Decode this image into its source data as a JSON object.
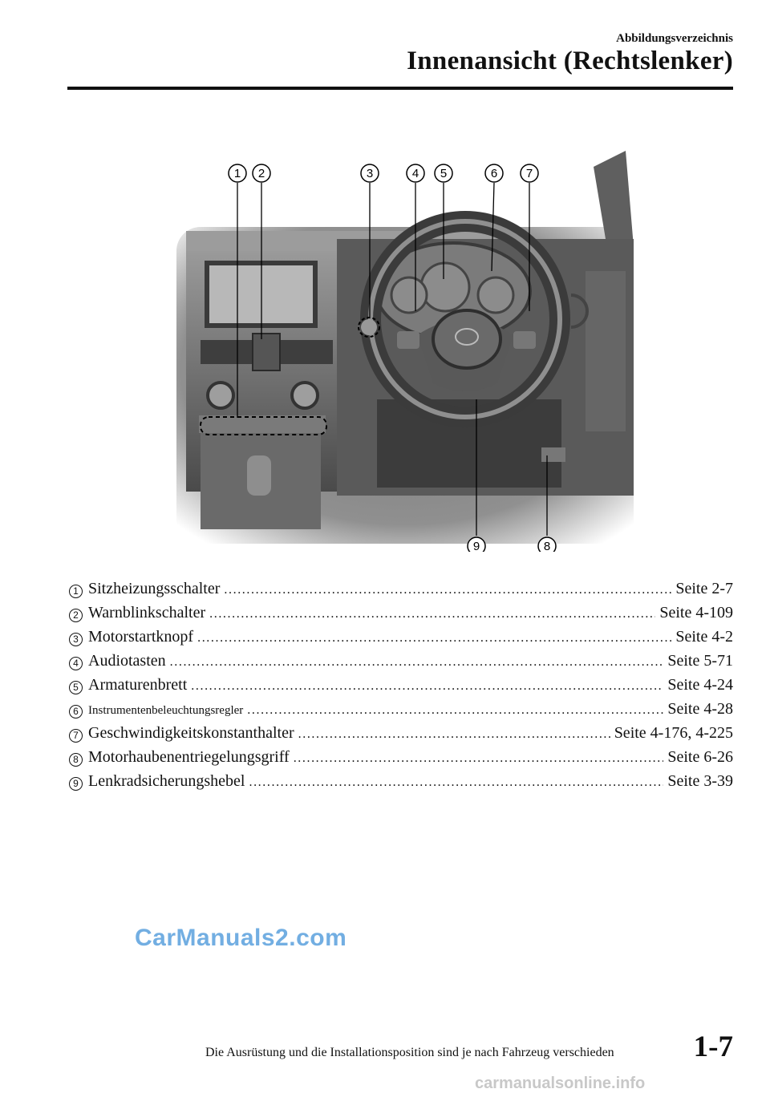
{
  "header": {
    "section": "Abbildungsverzeichnis",
    "title": "Innenansicht (Rechtslenker)"
  },
  "figure": {
    "callouts": [
      "1",
      "2",
      "3",
      "4",
      "5",
      "6",
      "7",
      "8",
      "9"
    ]
  },
  "legend": [
    {
      "num": "1",
      "label": "Sitzheizungsschalter",
      "page": "Seite 2-7"
    },
    {
      "num": "2",
      "label": "Warnblinkschalter",
      "page": "Seite 4-109"
    },
    {
      "num": "3",
      "label": "Motorstartknopf",
      "page": "Seite 4-2"
    },
    {
      "num": "4",
      "label": "Audiotasten",
      "page": "Seite 5-71"
    },
    {
      "num": "5",
      "label": "Armaturenbrett",
      "page": "Seite 4-24"
    },
    {
      "num": "6",
      "label": "Instrumentenbeleuchtungsregler",
      "page": "Seite 4-28"
    },
    {
      "num": "7",
      "label": "Geschwindigkeitskonstanthalter",
      "page": "Seite 4-176, 4-225"
    },
    {
      "num": "8",
      "label": "Motorhaubenentriegelungsgriff",
      "page": "Seite 6-26"
    },
    {
      "num": "9",
      "label": "Lenkradsicherungshebel",
      "page": "Seite 3-39"
    }
  ],
  "watermark": "CarManuals2.com",
  "footer": {
    "note": "Die Ausrüstung und die Installationsposition sind je nach Fahrzeug verschieden",
    "page_number": "1-7",
    "source_watermark": "carmanualsonline.info"
  }
}
